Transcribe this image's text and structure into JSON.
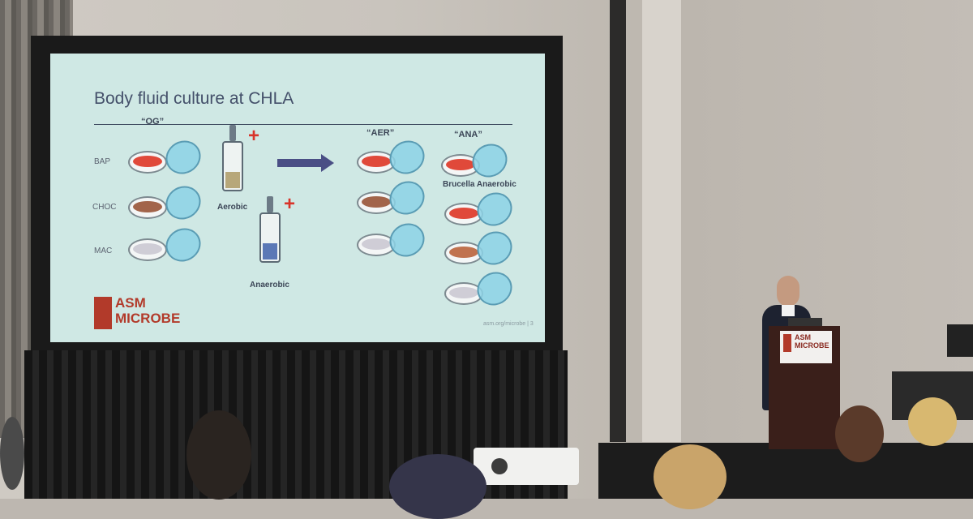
{
  "slide": {
    "title": "Body fluid culture at CHLA",
    "column_labels": {
      "og": "“OG”",
      "aer": "“AER”",
      "ana": "“ANA”"
    },
    "row_labels": [
      "BAP",
      "CHOC",
      "MAC"
    ],
    "bottle_labels": {
      "aerobic": "Aerobic",
      "anaerobic": "Anaerobic"
    },
    "brucella_label": "Brucella Anaerobic",
    "plus_symbol": "+",
    "logo": "ASM MICROBE",
    "footer": "asm.org/microbe | 3"
  },
  "podium": {
    "sign": "ASM MICROBE"
  },
  "colors": {
    "slide_bg": "#cfe8e4",
    "bap_agar": "#e0493a",
    "choc_agar": "#a2644a",
    "mac_agar": "#cfcdd6",
    "brand_red": "#b23a2a",
    "arrow": "#4a4f85"
  }
}
